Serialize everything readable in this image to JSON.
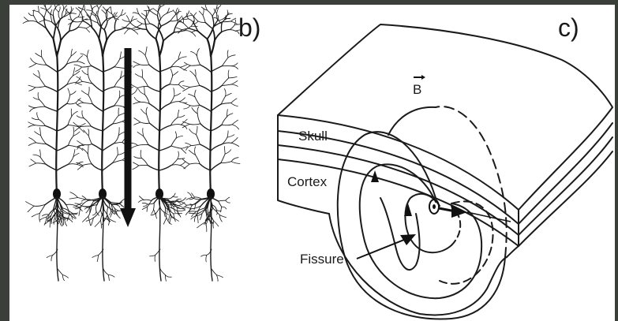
{
  "panels": {
    "b": {
      "label": "b)"
    },
    "c": {
      "label": "c)",
      "field_label": "B",
      "labels": {
        "skull": "Skull",
        "cortex": "Cortex",
        "fissure": "Fissure"
      }
    }
  },
  "colors": {
    "background": "#3a3f3a",
    "paper": "#ffffff",
    "ink": "#1a1a1a"
  }
}
